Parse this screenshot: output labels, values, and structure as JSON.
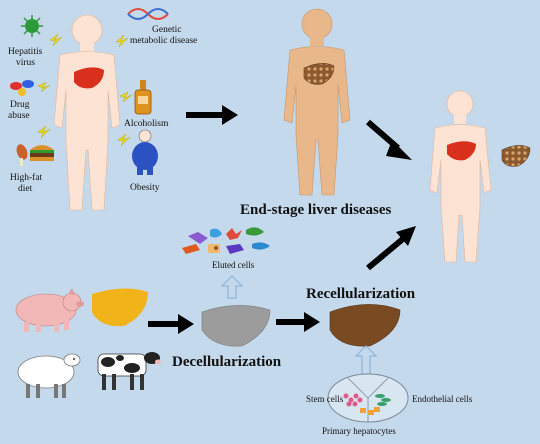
{
  "risk_factors": {
    "hepatitis_virus": "Hepatitis",
    "hepatitis_virus_2": "virus",
    "genetic": "Genetic",
    "genetic_2": "metabolic disease",
    "drug": "Drug",
    "drug_2": "abuse",
    "alcoholism": "Alcoholism",
    "high_fat": "High-fat",
    "high_fat_2": "diet",
    "obesity": "Obesity"
  },
  "stages": {
    "end_stage": "End-stage liver diseases",
    "decellularization": "Decellularization",
    "recellularization": "Recellularization",
    "eluted_cells": "Eluted  cells"
  },
  "cell_sources": {
    "stem_cells": "Stem cells",
    "endothelial_cells": "Endothelial cells",
    "primary_hepatocytes": "Primary hepatocytes"
  },
  "colors": {
    "background": "#c4d9ec",
    "body_light": "#fde3d3",
    "body_tan": "#e8b88a",
    "healthy_liver": "#d9301e",
    "cirrhotic_liver": "#8a5a2e",
    "pig_liver": "#f2b31a",
    "decell_liver": "#9a9a9a",
    "recell_liver": "#7a4a22",
    "arrow": "#000000",
    "hollow_arrow": "#8fb4d8"
  }
}
